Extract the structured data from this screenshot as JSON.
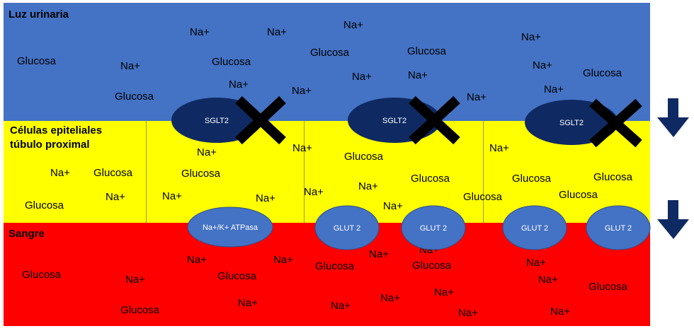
{
  "colors": {
    "urine": "#4472c4",
    "cells": "#ffff00",
    "blood": "#ff0000",
    "sglt2": "#0f2a63",
    "glut": "#4472c4",
    "arrow": "#0f2a63"
  },
  "zones": {
    "urine": "Luz urinaria",
    "cells_line1": "Células epiteliales",
    "cells_line2": "túbulo proximal",
    "blood": "Sangre"
  },
  "transporters": {
    "sglt2": [
      "SGLT2",
      "SGLT2",
      "SGLT2"
    ],
    "pump": "Na+/K+ ATPasa",
    "glut": [
      "GLUT 2",
      "GLUT 2",
      "GLUT 2",
      "GLUT 2"
    ]
  },
  "labels": {
    "glucose": "Glucosa",
    "sodium": "Na+"
  }
}
